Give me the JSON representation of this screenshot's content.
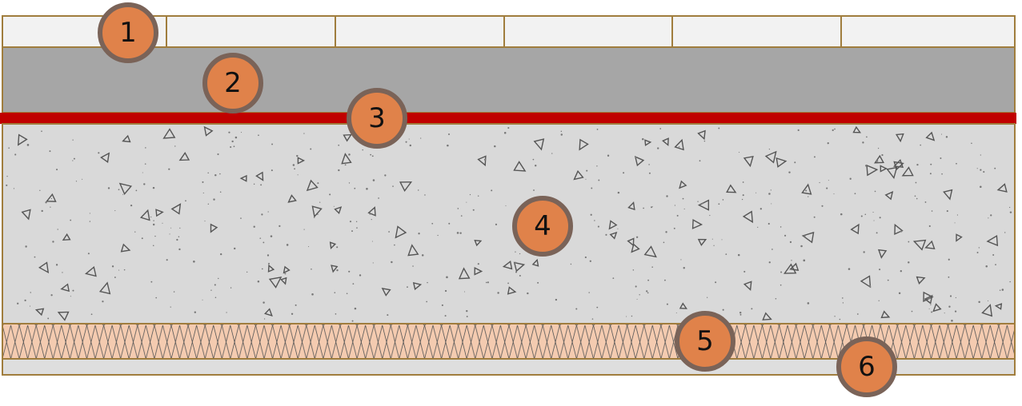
{
  "diagram": {
    "layers": [
      {
        "id": "tiles",
        "color": "#f2f2f2"
      },
      {
        "id": "screed",
        "color": "#a6a6a6"
      },
      {
        "id": "membrane",
        "color": "#c00000"
      },
      {
        "id": "concrete",
        "color": "#d9d9d9"
      },
      {
        "id": "insulation",
        "color": "#f4cbb0"
      },
      {
        "id": "base",
        "color": "#dedede"
      }
    ],
    "border_color": "#a07d3d",
    "markers": [
      {
        "label": "1"
      },
      {
        "label": "2"
      },
      {
        "label": "3"
      },
      {
        "label": "4"
      },
      {
        "label": "5"
      },
      {
        "label": "6"
      }
    ]
  }
}
